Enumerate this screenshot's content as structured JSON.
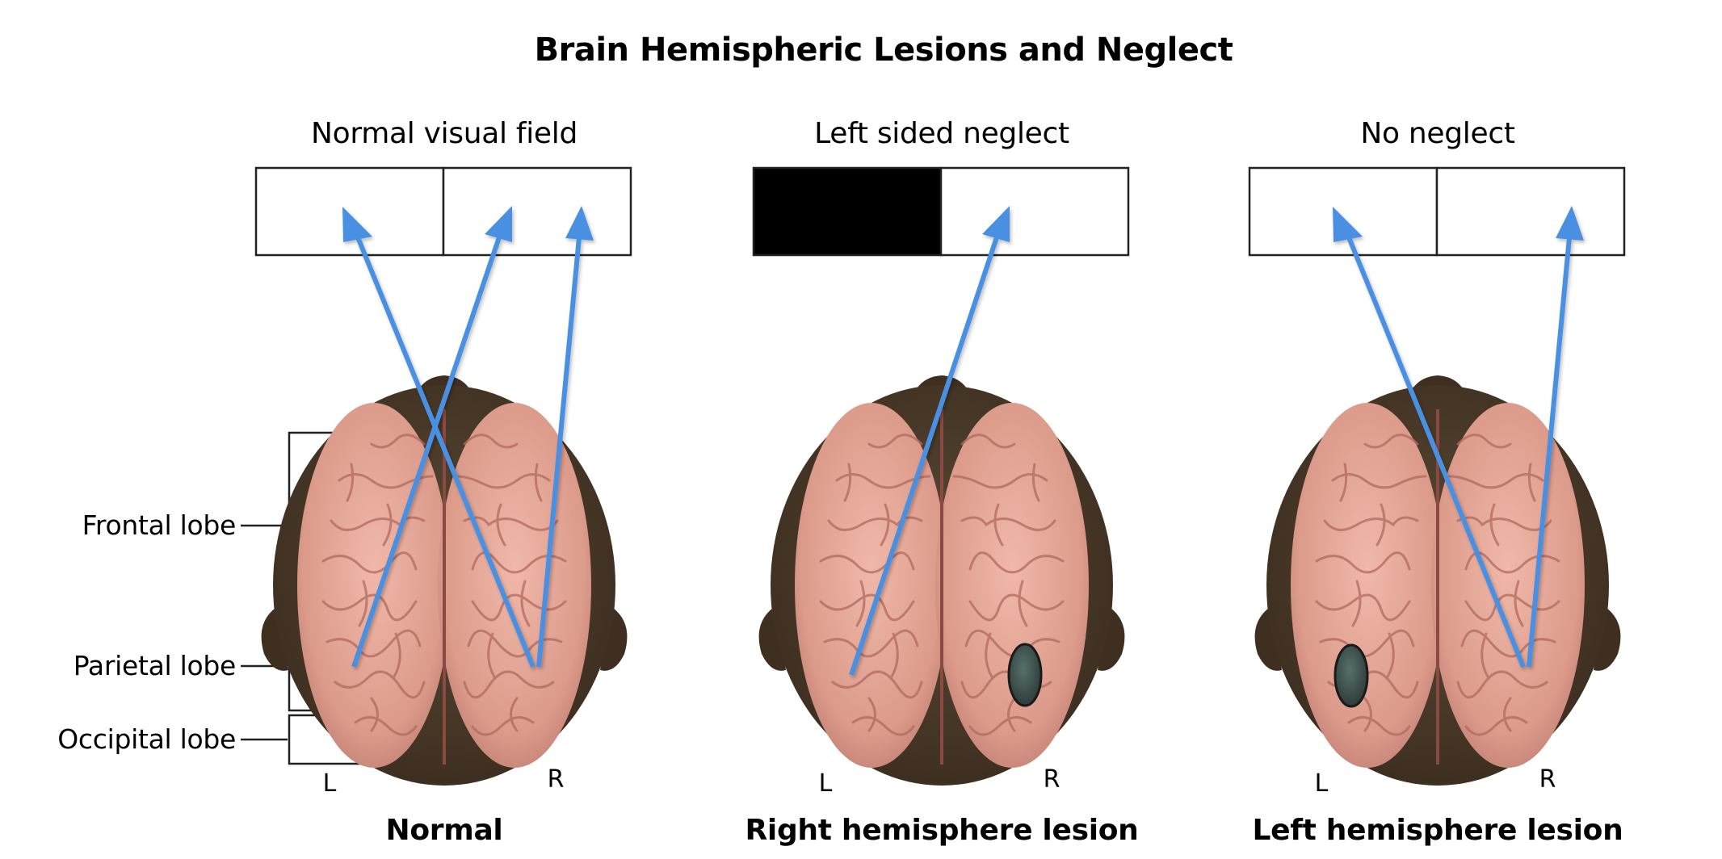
{
  "title": "Brain Hemispheric Lesions and Neglect",
  "lobes": {
    "frontal": "Frontal lobe",
    "parietal": "Parietal lobe",
    "occipital": "Occipital lobe"
  },
  "panels": [
    {
      "field_title": "Normal visual field",
      "caption": "Normal",
      "left": "L",
      "right": "R",
      "left_field_blacked_out": false,
      "lesion": "none"
    },
    {
      "field_title": "Left sided neglect",
      "caption": "Right hemisphere lesion",
      "left": "L",
      "right": "R",
      "left_field_blacked_out": true,
      "lesion": "right-parietal"
    },
    {
      "field_title": "No neglect",
      "caption": "Left hemisphere lesion",
      "left": "L",
      "right": "R",
      "left_field_blacked_out": false,
      "lesion": "left-parietal"
    }
  ],
  "colors": {
    "arrow": "#4a90e2",
    "head": "#4a3a29",
    "brain": "#dc9b8b",
    "brain_fold": "#b76c60",
    "lesion": "#3d4f4c",
    "blackout": "#000000"
  }
}
